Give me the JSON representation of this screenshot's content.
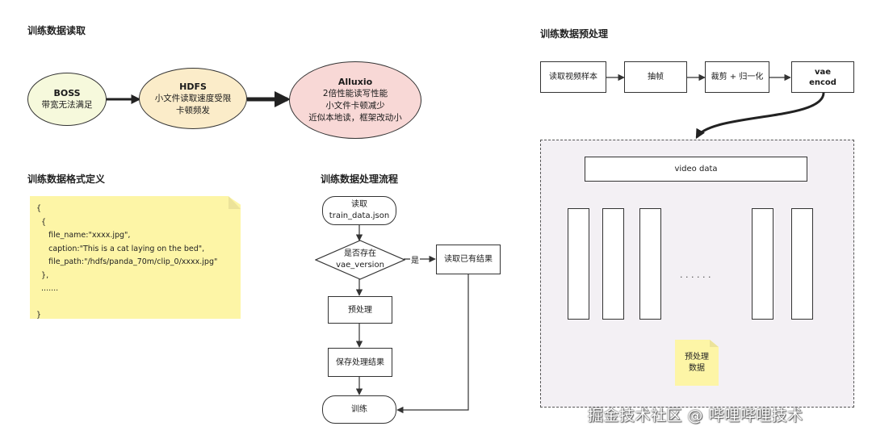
{
  "sections": {
    "read": {
      "title": "训练数据读取"
    },
    "format": {
      "title": "训练数据格式定义"
    },
    "flow": {
      "title": "训练数据处理流程"
    },
    "preprocess": {
      "title": "训练数据预处理"
    }
  },
  "storage": [
    {
      "title": "BOSS",
      "lines": [
        "带宽无法满足"
      ],
      "fill": "#f6f9dc"
    },
    {
      "title": "HDFS",
      "lines": [
        "小文件读取速度受限",
        "卡顿频发"
      ],
      "fill": "#fbecc9"
    },
    {
      "title": "Alluxio",
      "lines": [
        "2倍性能读写性能",
        "小文件卡顿减少",
        "近似本地读，框架改动小"
      ],
      "fill": "#f8d8d6"
    }
  ],
  "format_note": {
    "lines": [
      "{",
      "  {",
      "     file_name:\"xxxx.jpg\",",
      "     caption:\"This is a cat laying on the bed\",",
      "     file_path:\"/hdfs/panda_70m/clip_0/xxxx.jpg\"",
      "  },",
      "  .......",
      "",
      "}"
    ]
  },
  "flow": {
    "start": [
      "读取",
      "train_data.json"
    ],
    "decision": [
      "是否存在",
      "vae_version"
    ],
    "yes_label": "是",
    "read_existing": "读取已有结果",
    "preprocess": "预处理",
    "save": "保存处理结果",
    "train": "训练"
  },
  "pipeline": {
    "steps": [
      "读取视频样本",
      "抽帧",
      "裁剪 + 归一化",
      "vae encod"
    ],
    "video_data": "video data",
    "dots": ". . . . . .",
    "result_note": [
      "预处理",
      "数据"
    ]
  },
  "watermark": "掘金技术社区 @ 哔哩哔哩技术",
  "colors": {
    "note": "#fdf5a6",
    "container": "#f3f0f4",
    "line": "#333333"
  }
}
